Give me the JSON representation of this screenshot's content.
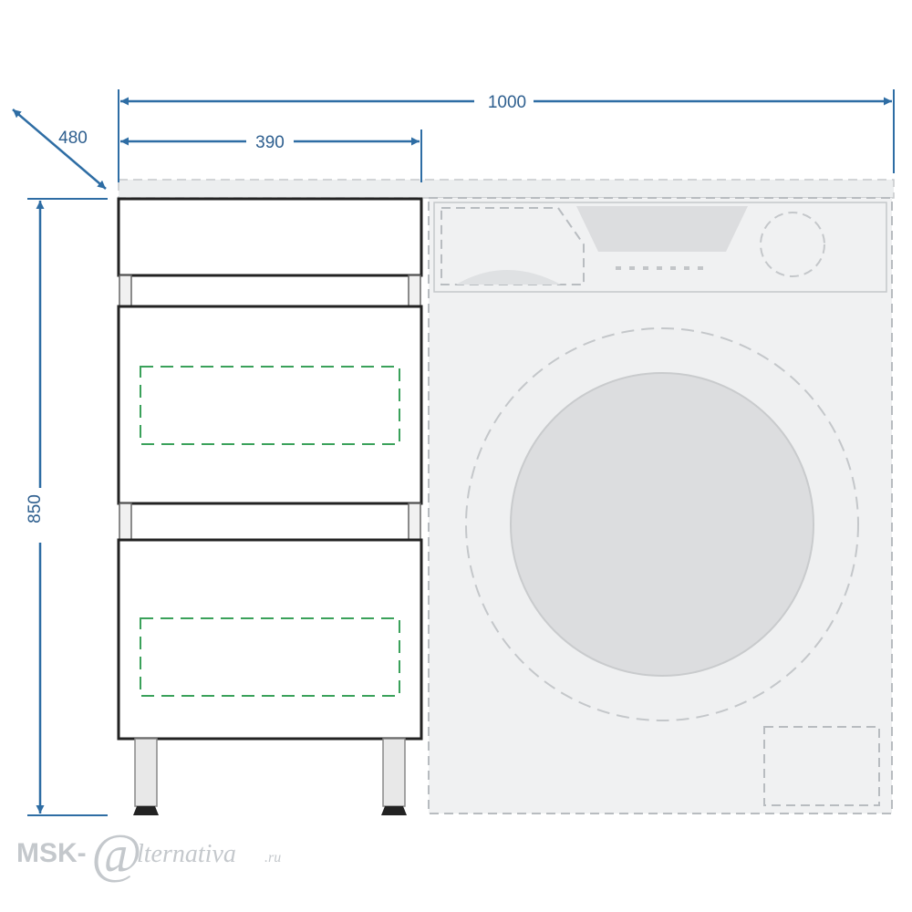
{
  "dimensions": {
    "total_width": "1000",
    "cabinet_width": "390",
    "depth": "480",
    "height": "850"
  },
  "watermark": {
    "prefix": "MSK-",
    "suffix": "lternativa",
    "tld": ".ru"
  },
  "colors": {
    "dimension_line": "#2e6da4",
    "cabinet_outline": "#222222",
    "drawer_inset": "#3aa15a",
    "washer_outline": "#b8bcc0",
    "washer_fill": "#f0f1f2",
    "drum_fill": "#dcdddf"
  }
}
